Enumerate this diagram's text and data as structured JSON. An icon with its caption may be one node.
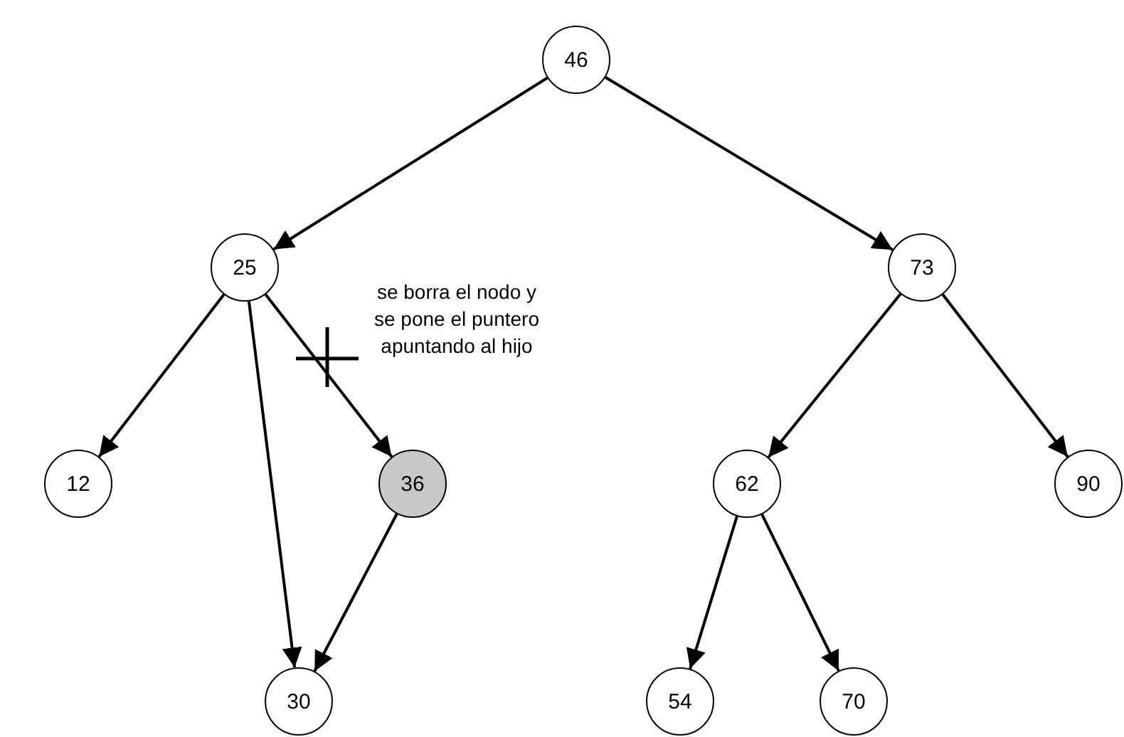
{
  "diagram": {
    "nodes": [
      {
        "text": [
          "46"
        ]
      },
      {
        "text": [
          "25"
        ]
      },
      {
        "text": [
          "73"
        ]
      },
      {
        "text": [
          "12"
        ]
      },
      {
        "text": [
          "36"
        ]
      },
      {
        "text": [
          "62"
        ]
      },
      {
        "text": [
          "90"
        ]
      },
      {
        "text": [
          "30"
        ]
      },
      {
        "text": [
          "54"
        ]
      },
      {
        "text": [
          "70"
        ]
      }
    ],
    "edges": [
      {
        "from": 0,
        "to": 1,
        "arrow": "to"
      },
      {
        "from": 0,
        "to": 2,
        "arrow": "to"
      },
      {
        "from": 1,
        "to": 3,
        "arrow": "to"
      },
      {
        "from": 1,
        "to": 4,
        "arrow": "to"
      },
      {
        "from": 1,
        "to": 7,
        "arrow": "to"
      },
      {
        "from": 4,
        "to": 7,
        "arrow": "to"
      },
      {
        "from": 2,
        "to": 5,
        "arrow": "to"
      },
      {
        "from": 2,
        "to": 6,
        "arrow": "to"
      },
      {
        "from": 5,
        "to": 8,
        "arrow": "to"
      },
      {
        "from": 5,
        "to": 9,
        "arrow": "to"
      }
    ],
    "labels": [
      "se borra el nodo y se pone el puntero apuntando al hijo"
    ]
  }
}
